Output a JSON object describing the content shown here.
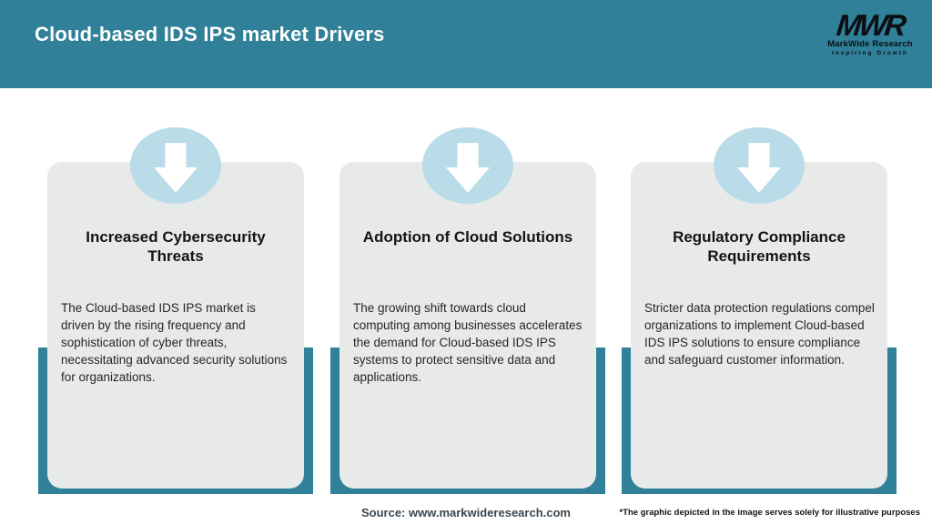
{
  "header": {
    "title": "Cloud-based IDS IPS market Drivers",
    "background_color": "#2f8098",
    "logo": {
      "mark": "MWR",
      "name": "MarkWide Research",
      "tagline": "Inspiring Growth",
      "color": "#0b0f14"
    }
  },
  "cards": [
    {
      "icon": "down-arrow-icon",
      "title": "Increased Cybersecurity Threats",
      "body": "The Cloud-based IDS IPS market is driven by the rising frequency and sophistication of cyber threats, necessitating advanced security solutions for organizations."
    },
    {
      "icon": "down-arrow-icon",
      "title": "Adoption of Cloud Solutions",
      "body": "The growing shift towards cloud computing among businesses accelerates the demand for Cloud-based IDS IPS systems to protect sensitive data and applications."
    },
    {
      "icon": "down-arrow-icon",
      "title": "Regulatory Compliance Requirements",
      "body": "Stricter data protection regulations compel organizations to implement Cloud-based IDS IPS solutions to ensure compliance and safeguard customer information."
    }
  ],
  "footer": {
    "source": "Source: www.markwideresearch.com",
    "disclaimer": "*The graphic depicted in the image serves solely for illustrative purposes"
  },
  "colors": {
    "header_teal": "#2f8098",
    "band_teal": "#2f8098",
    "circle_blue": "#b9dce8",
    "card_gray": "#e8eaea",
    "title_white": "#ffffff"
  }
}
